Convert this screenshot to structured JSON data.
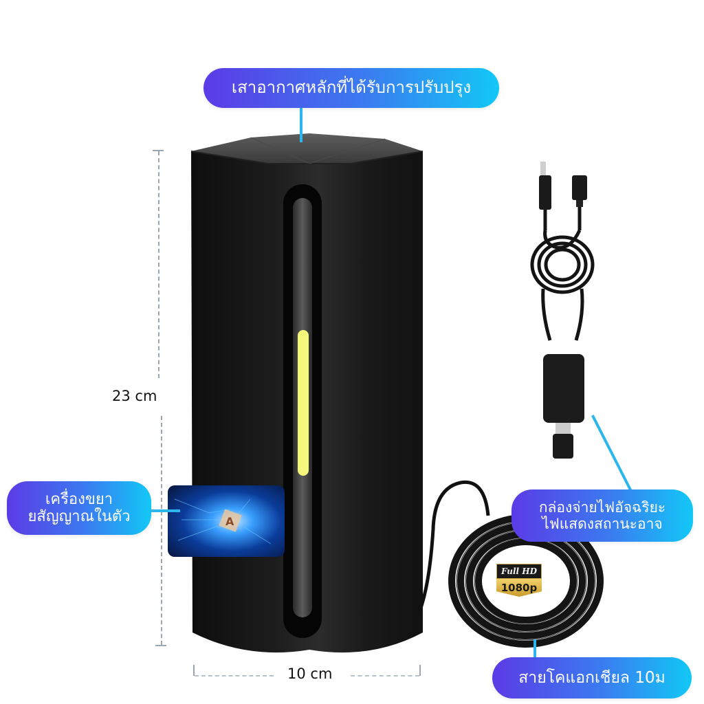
{
  "callouts": {
    "top_antenna": "เสาอากาศหลักที่ได้รับการปรับปรุง",
    "amplifier_line1": "เครื่องขยา",
    "amplifier_line2": "ยสัญญาณในตัว",
    "power_box_line1": "กล่องจ่ายไฟอัจฉริยะ",
    "power_box_line2": "ไฟแสดงสถานะอาจ",
    "coax_cable": "สายโคแอกเชียล 10ม"
  },
  "dimensions": {
    "height": "23 cm",
    "width": "10 cm"
  },
  "badge": {
    "top": "Full HD",
    "bottom": "1080p"
  },
  "colors": {
    "gradient_start": "#5b3be6",
    "gradient_end": "#12c8f6",
    "leader_line": "#2bb6ee",
    "indicator_light": "#f4f77a",
    "device_body": "#1b1b1b"
  },
  "icons": {
    "chip": "ai-chip-image",
    "connector": "coax-connector",
    "usb": "usb-plug"
  }
}
